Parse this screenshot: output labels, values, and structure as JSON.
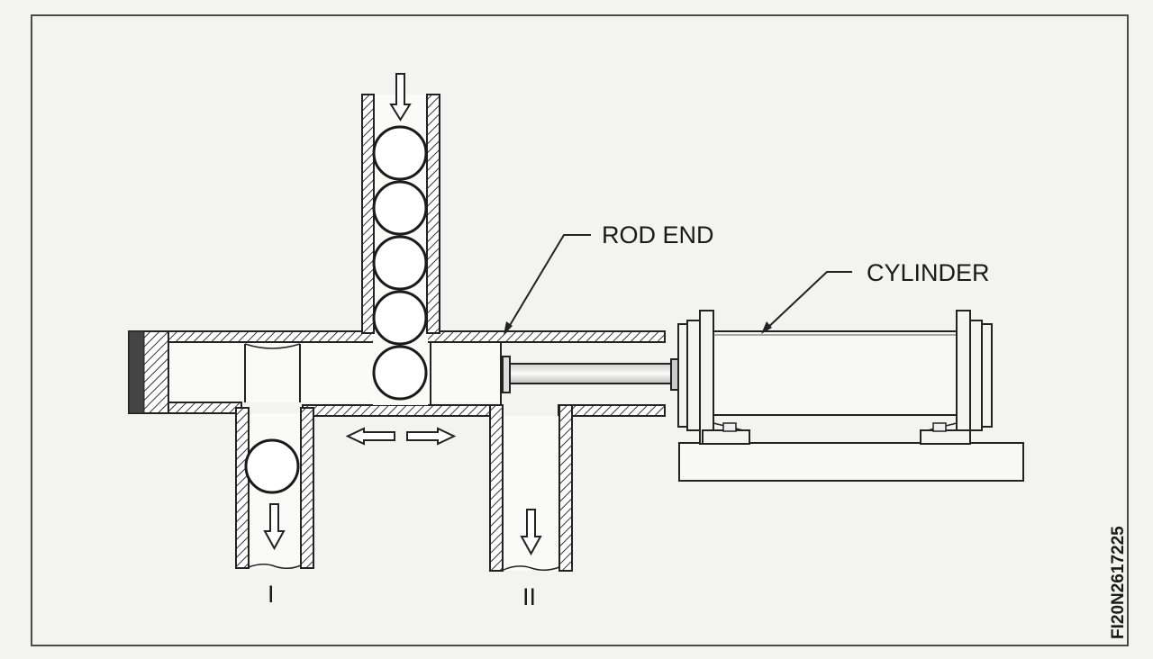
{
  "labels": {
    "rod_end": "ROD END",
    "cylinder": "CYLINDER",
    "outlet_1": "I",
    "outlet_2": "II",
    "figure_code": "FI20N2617225"
  }
}
